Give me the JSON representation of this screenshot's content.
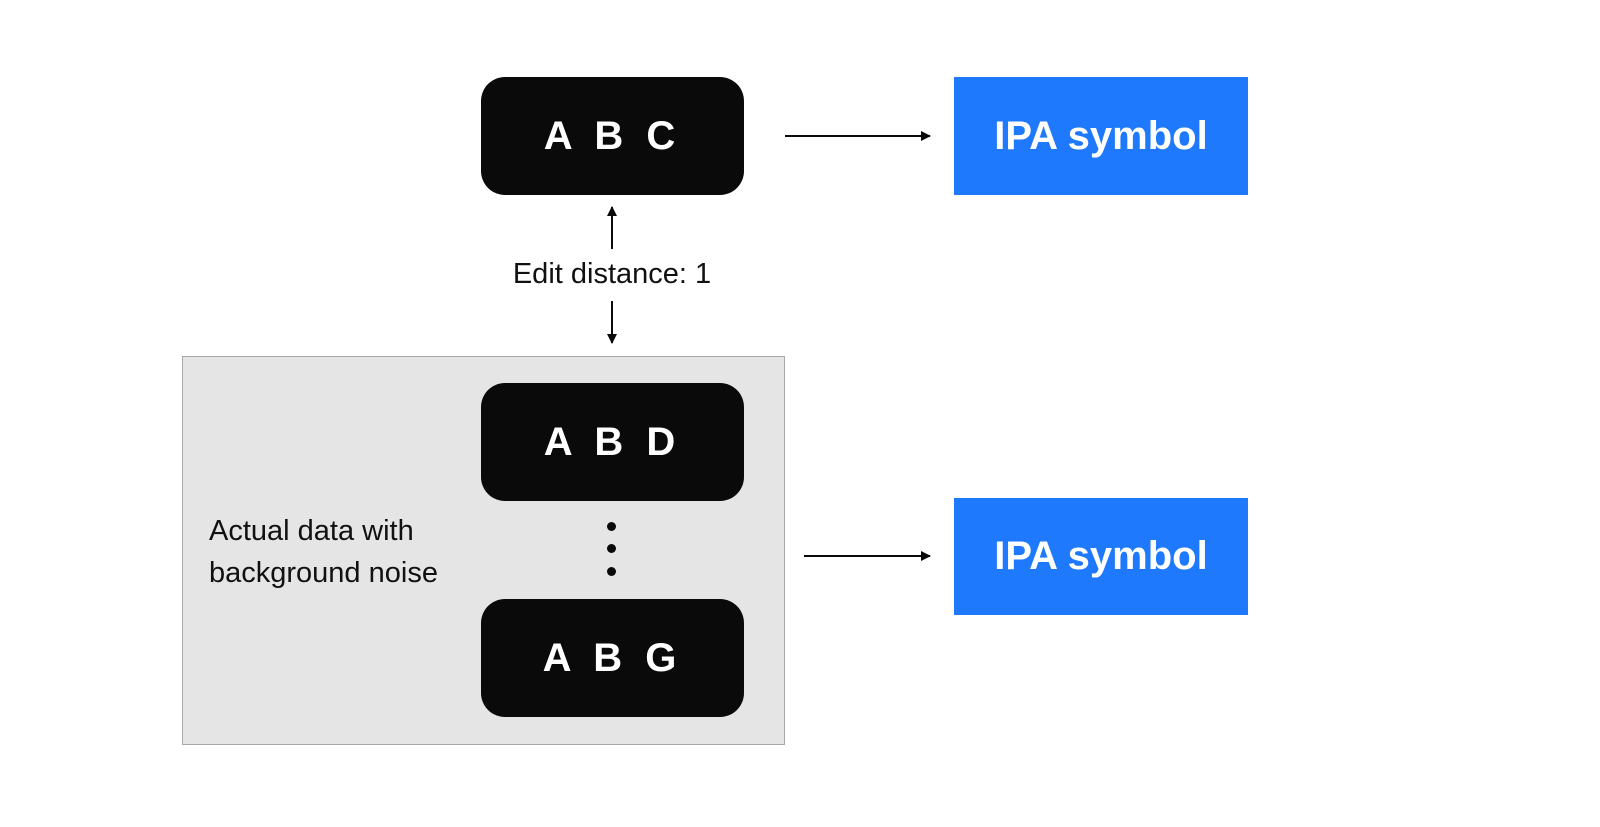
{
  "top_node": {
    "label": "A B C"
  },
  "edit_distance": {
    "label": "Edit distance: 1"
  },
  "noise_group": {
    "label_line1": "Actual data with",
    "label_line2": "background noise",
    "items": [
      {
        "label": "A B D"
      },
      {
        "label": "A B G"
      }
    ]
  },
  "outputs": [
    {
      "label": "IPA symbol"
    },
    {
      "label": "IPA symbol"
    }
  ],
  "colors": {
    "node_fill": "#0a0a0a",
    "output_fill": "#1e79fc",
    "group_fill": "#e5e5e5",
    "group_border": "#a8a8a8"
  }
}
